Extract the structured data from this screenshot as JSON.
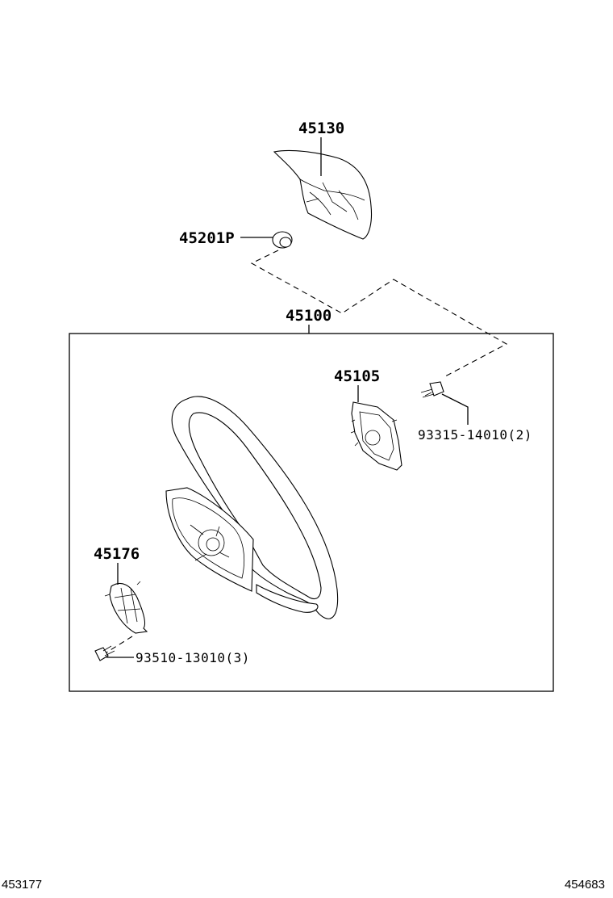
{
  "parts": {
    "horn_pad": "45130",
    "bolt_cap": "45201P",
    "wheel_assembly": "45100",
    "cover": "45105",
    "lower_cover": "45176"
  },
  "bolts": {
    "upper_bolt": "93315-14010(2)",
    "lower_bolt": "93510-13010(3)"
  },
  "footer": {
    "left_code": "453177",
    "right_code": "454683"
  }
}
